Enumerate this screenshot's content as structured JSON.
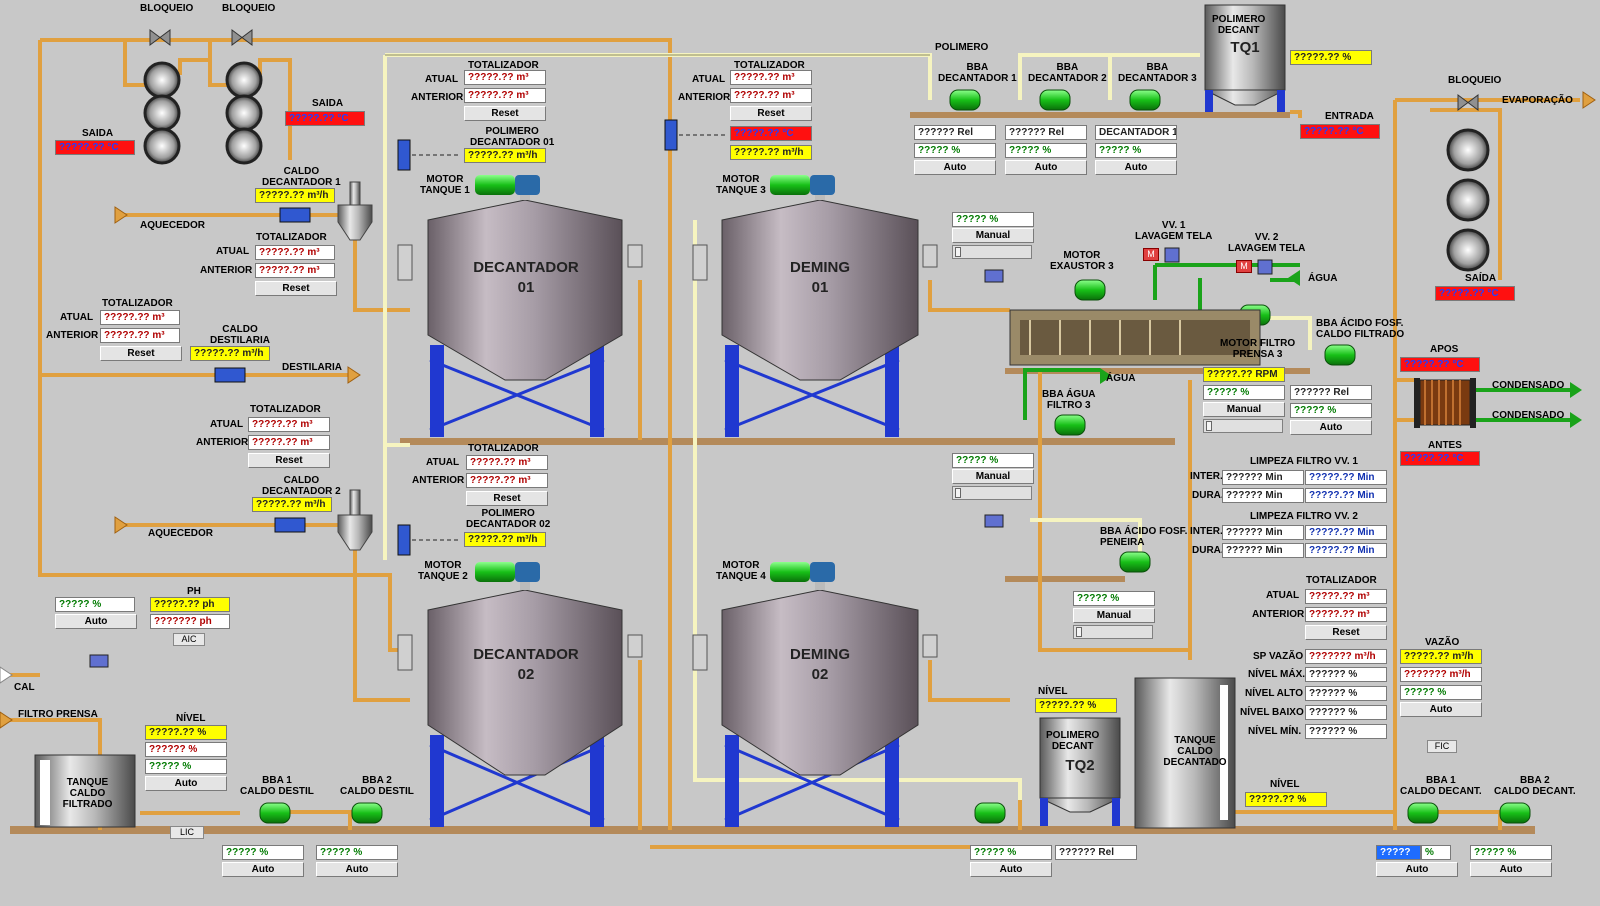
{
  "labels": {
    "bloqueio1": "BLOQUEIO",
    "bloqueio2": "BLOQUEIO",
    "bloqueio3": "BLOQUEIO",
    "saida1": "SAIDA",
    "saida2": "SAIDA",
    "saida3": "SAÍDA",
    "caldo_dec1": "CALDO\nDECANTADOR 1",
    "caldo_dec2": "CALDO\nDECANTADOR 2",
    "aquecedor1": "AQUECEDOR",
    "aquecedor2": "AQUECEDOR",
    "totalizador": "TOTALIZADOR",
    "atual": "ATUAL",
    "anterior": "ANTERIOR",
    "caldo_destilaria": "CALDO\nDESTILARIA",
    "destilaria": "DESTILARIA",
    "ph": "PH",
    "cal": "CAL",
    "filtro_prensa": "FILTRO PRENSA",
    "tanque_caldo_filtrado": "TANQUE\nCALDO\nFILTRADO",
    "nivel": "NÍVEL",
    "bba1_caldo_destil": "BBA 1\nCALDO DESTIL",
    "bba2_caldo_destil": "BBA 2\nCALDO DESTIL",
    "polimero_dec01": "POLIMERO\nDECANTADOR 01",
    "polimero_dec02": "POLIMERO\nDECANTADOR 02",
    "motor_tanque1": "MOTOR\nTANQUE 1",
    "motor_tanque2": "MOTOR\nTANQUE 2",
    "motor_tanque3": "MOTOR\nTANQUE 3",
    "motor_tanque4": "MOTOR\nTANQUE 4",
    "decantador01": "DECANTADOR\n01",
    "decantador02": "DECANTADOR\n02",
    "deming01": "DEMING\n01",
    "deming02": "DEMING\n02",
    "polimero": "POLIMERO",
    "bba_dec1": "BBA\nDECANTADOR 1",
    "bba_dec2": "BBA\nDECANTADOR 2",
    "bba_dec3": "BBA\nDECANTADOR 3",
    "polimero_tq1": "POLIMERO\nDECANT",
    "tq1": "TQ1",
    "entrada": "ENTRADA",
    "evaporacao": "EVAPORAÇÃO",
    "motor_exaustor3": "MOTOR\nEXAUSTOR 3",
    "vv1": "VV. 1\nLAVAGEM TELA",
    "vv2": "VV. 2\nLAVAGEM TELA",
    "agua1": "ÁGUA",
    "agua2": "ÁGUA",
    "bba_acido_filtrado": "BBA ÁCIDO FOSF.\nCALDO FILTRADO",
    "motor_filtro_prensa3": "MOTOR FILTRO\nPRENSA 3",
    "bba_agua_filtro3": "BBA ÁGUA\nFILTRO 3",
    "apos": "APOS",
    "antes": "ANTES",
    "condensado1": "CONDENSADO",
    "condensado2": "CONDENSADO",
    "limpeza_vv1": "LIMPEZA FILTRO VV. 1",
    "limpeza_vv2": "LIMPEZA FILTRO VV. 2",
    "inter": "INTER.",
    "dura": "DURA.",
    "bba_acido_peneira": "BBA ÁCIDO FOSF.\nPENEIRA",
    "sp_vazao": "SP VAZÃO",
    "nivel_max": "NÍVEL MÁX.",
    "nivel_alto": "NÍVEL ALTO",
    "nivel_baixo": "NÍVEL BAIXO",
    "nivel_min": "NÍVEL MÍN.",
    "vazao": "VAZÃO",
    "polimero_tq2": "POLIMERO\nDECANT",
    "tq2": "TQ2",
    "tanque_caldo_decantado": "TANQUE\nCALDO\nDECANTADO",
    "bba1_caldo_decant": "BBA 1\nCALDO DECANT.",
    "bba2_caldo_decant": "BBA 2\nCALDO DECANT.",
    "m": "M",
    "aic": "AIC",
    "lic": "LIC",
    "fic": "FIC"
  },
  "values": {
    "saida1": "?????.?? °C",
    "saida2": "?????.?? °C",
    "saida3": "?????.?? °C",
    "entrada": "?????.?? °C",
    "apos": "?????.?? °C",
    "antes": "?????.?? °C",
    "flow_m3h": "?????.?? m³/h",
    "vol_m3": "?????.?? m³",
    "ph": "?????.?? ph",
    "ph_sp": "??????? ph",
    "pct_y": "?????.?? %",
    "pct_r": "?????? %",
    "pct_g": "????? %",
    "pct_w": "?????? %",
    "rel": "?????? Rel",
    "rpm": "?????.?? RPM",
    "min_w": "?????? Min",
    "min_b": "?????.?? Min",
    "sp_vazao": "??????? m³/h",
    "vazao_sp": "??????? m³/h",
    "decantador1_sel": "DECANTADOR 1",
    "bl_pct": "?????",
    "pct_suffix": "%"
  },
  "buttons": {
    "reset": "Reset",
    "auto": "Auto",
    "manual": "Manual"
  },
  "colors": {
    "background": "#c8c8c8",
    "pipe_orange": "#e0a040",
    "pipe_cream": "#f6f4c0",
    "pipe_green": "#1aa31a",
    "floor": "#b48a5a",
    "structure_blue": "#2038d0",
    "alarm_red": "#ff1010",
    "value_yellow": "#ffff00"
  }
}
